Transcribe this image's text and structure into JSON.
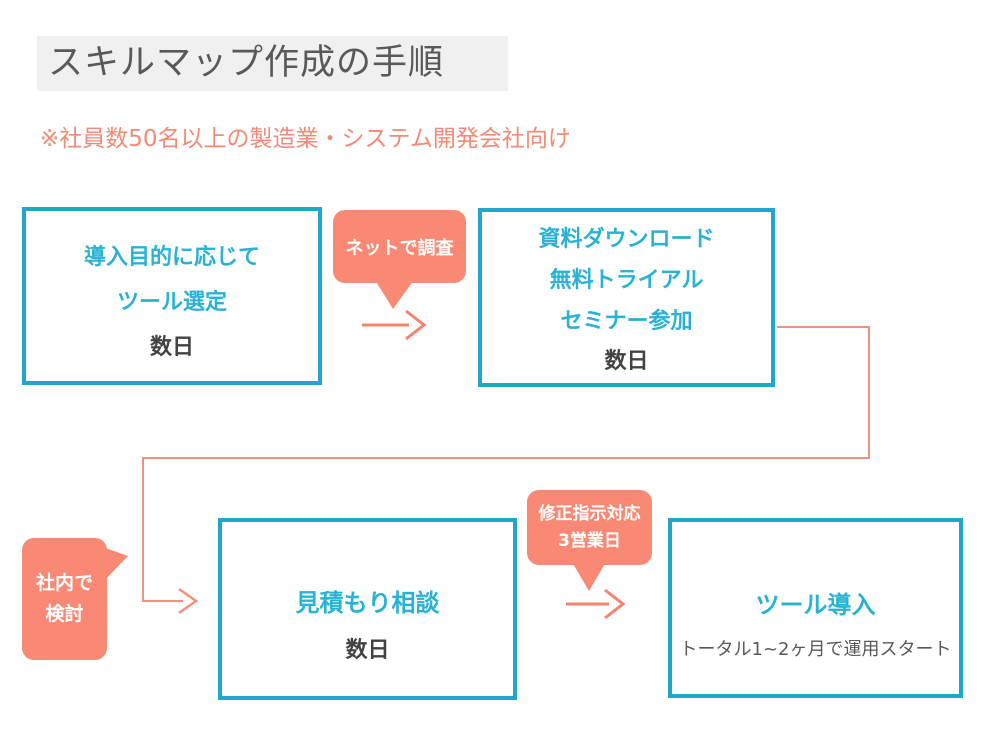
{
  "title": {
    "text": "スキルマップ作成の手順"
  },
  "subtitle": {
    "text": "※社員数50名以上の製造業・システム開発会社向け"
  },
  "colors": {
    "box_border_teal": "#1ea7c9",
    "teal_text": "#29b2d3",
    "salmon": "#f98874",
    "salmon_line": "#f2907d",
    "title_bg": "#f0f0f0",
    "title_text": "#595959",
    "dark_text": "#424242",
    "note_text": "#595959"
  },
  "steps": [
    {
      "id": "step-1",
      "lines": [
        "導入目的に応じて",
        "ツール選定"
      ],
      "duration": "数日"
    },
    {
      "id": "step-2",
      "lines": [
        "資料ダウンロード",
        "無料トライアル",
        "セミナー参加"
      ],
      "duration": "数日"
    },
    {
      "id": "step-3",
      "lines": [
        "見積もり相談"
      ],
      "duration": "数日"
    },
    {
      "id": "step-4",
      "lines": [
        "ツール導入"
      ],
      "note": "トータル1~2ヶ月で運用スタート"
    }
  ],
  "callouts": [
    {
      "id": "callout-net-research",
      "lines": [
        "ネットで調査"
      ]
    },
    {
      "id": "callout-internal-review",
      "lines": [
        "社内で",
        "検討"
      ]
    },
    {
      "id": "callout-revision-response",
      "lines": [
        "修正指示対応",
        "3営業日"
      ]
    }
  ]
}
